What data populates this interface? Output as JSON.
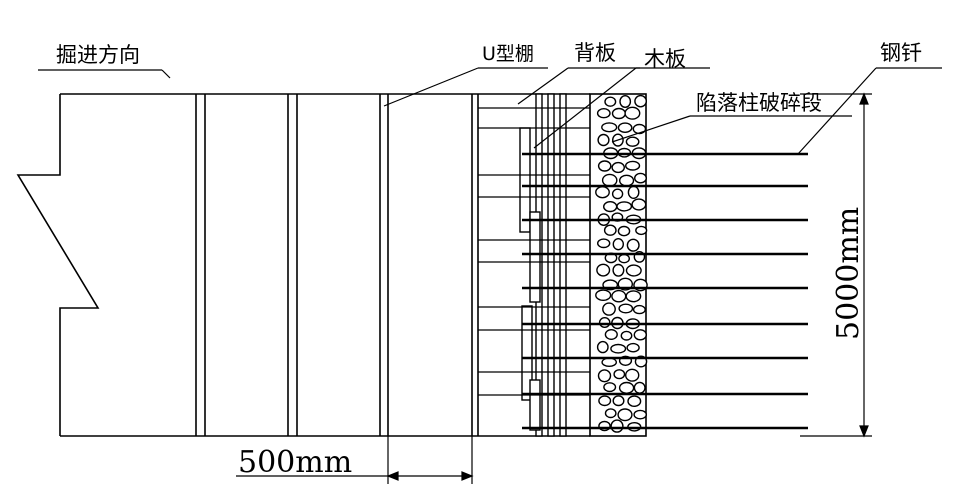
{
  "labels": {
    "direction": "掘进方向",
    "u_shed": "U型棚",
    "back_board": "背板",
    "wood_board": "木板",
    "steel_rod": "钢钎",
    "collapse_column": "陷落柱破碎段"
  },
  "dimensions": {
    "horizontal": "500mm",
    "vertical": "5000mm"
  }
}
